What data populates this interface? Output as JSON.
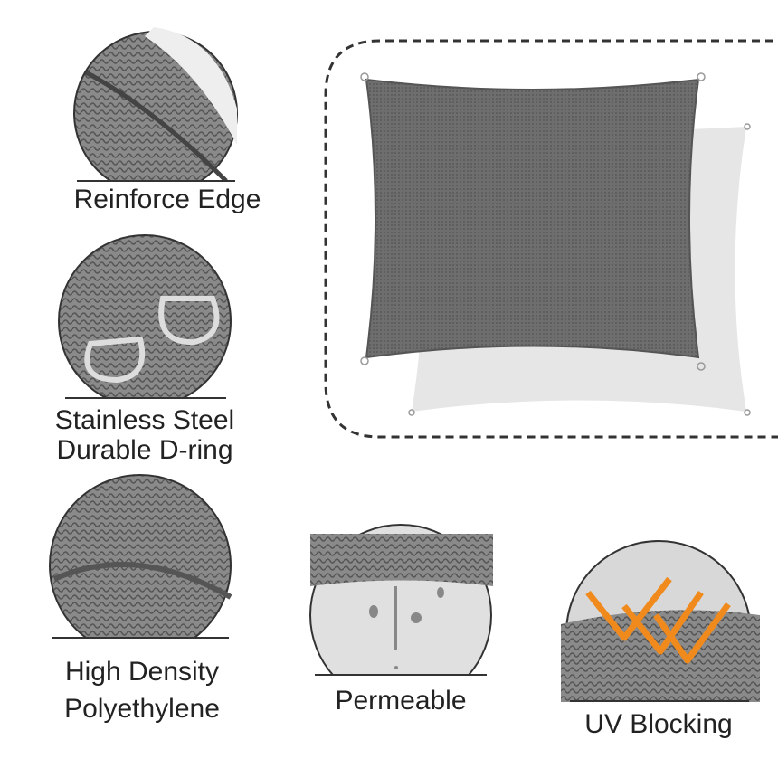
{
  "features": [
    {
      "label_lines": [
        "Reinforce Edge"
      ],
      "icon": "reinforced-edge-closeup"
    },
    {
      "label_lines": [
        "Stainless Steel",
        "Durable D-ring"
      ],
      "icon": "d-ring-closeup"
    },
    {
      "label_lines": [
        "High Density",
        "Polyethylene"
      ],
      "icon": "fabric-texture-closeup"
    },
    {
      "label_lines": [
        "Permeable"
      ],
      "icon": "water-drops-closeup"
    },
    {
      "label_lines": [
        "UV Blocking"
      ],
      "icon": "uv-arrows-closeup"
    }
  ],
  "colors": {
    "sail": "#6b6b6b",
    "shadow": "#e6e6e6",
    "dashed_border": "#333333",
    "uv_arrow": "#f08a1c"
  }
}
